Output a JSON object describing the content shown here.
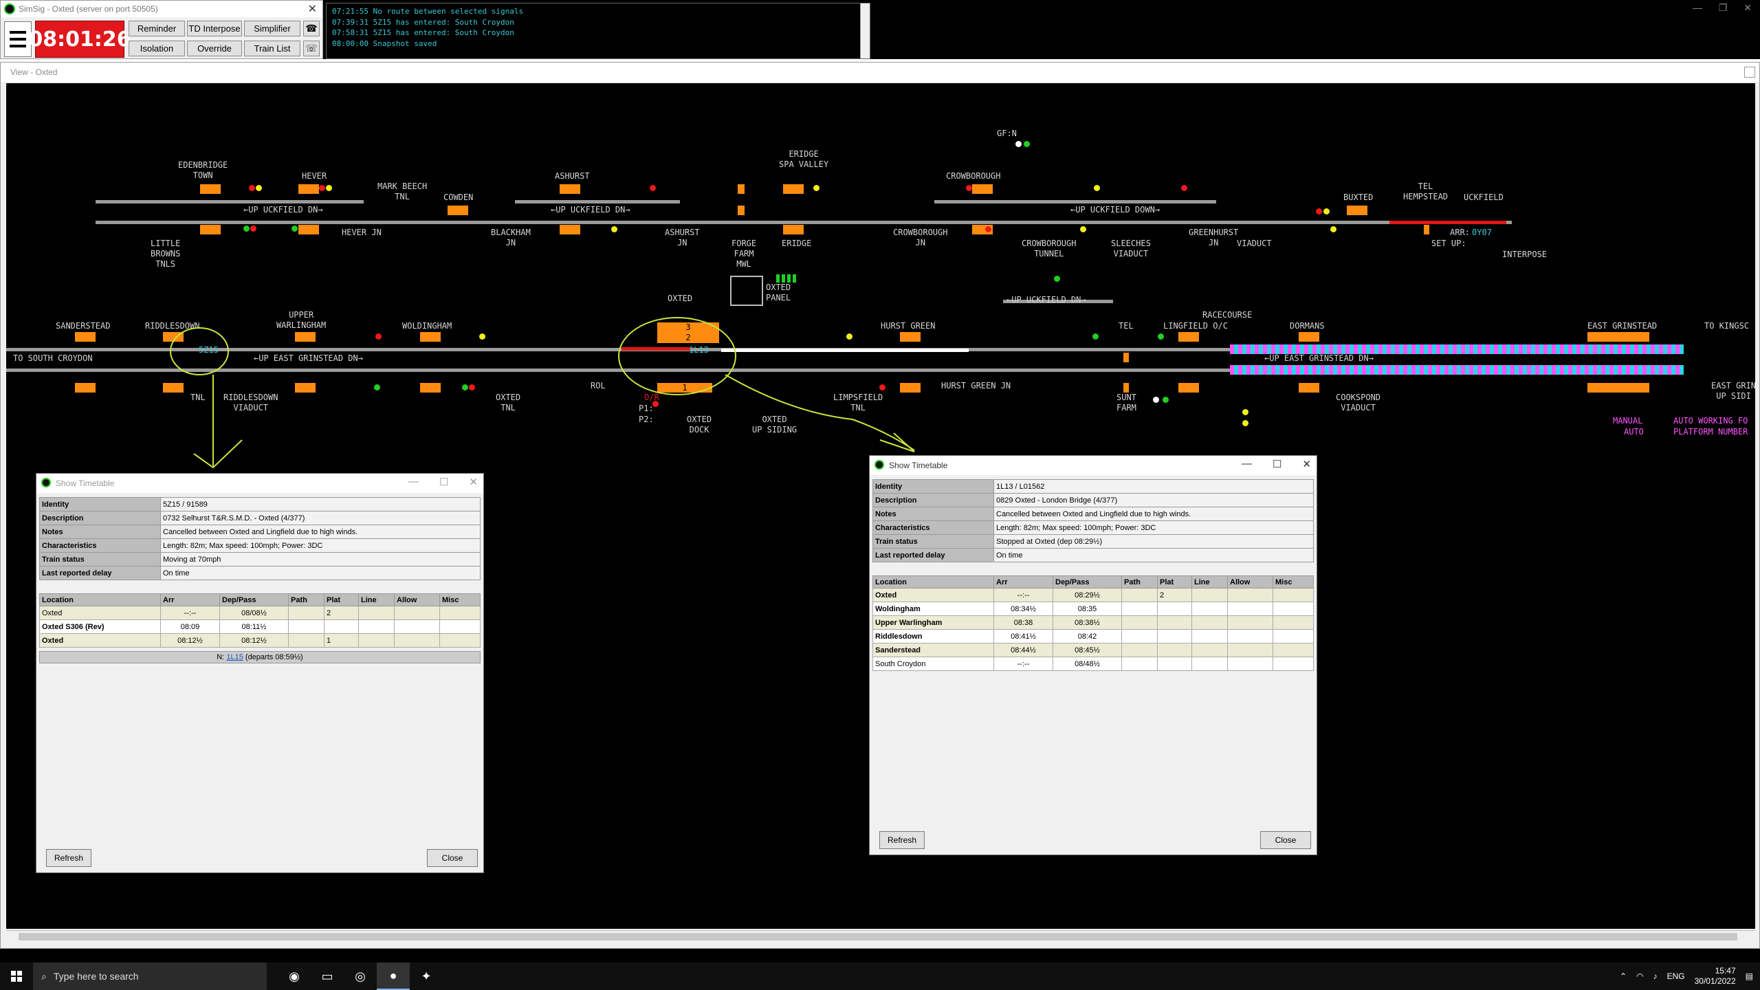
{
  "control": {
    "title": "SimSig - Oxted (server on port 50505)",
    "clock": "08:01:26",
    "buttons": [
      "Reminder",
      "TD Interpose",
      "Simplifier",
      "Isolation",
      "Override",
      "Train List"
    ]
  },
  "messages": [
    "07:21:55 No route between selected signals",
    "07:39:31 5Z15 has entered: South Croydon",
    "07:58:31 5Z15 has entered: South Croydon",
    "08:00:00 Snapshot saved"
  ],
  "view": {
    "title": "View - Oxted",
    "labels": {
      "edenbridge_town": "EDENBRIDGE\nTOWN",
      "hever": "HEVER",
      "mark_beech": "MARK BEECH\nTNL",
      "cowden": "COWDEN",
      "ashurst": "ASHURST",
      "eridge_spa": "ERIDGE\nSPA VALLEY",
      "crowborough": "CROWBOROUGH",
      "gf": "GF:N",
      "buxted": "BUXTED",
      "tel_hempstead": "TEL\nHEMPSTEAD",
      "uckfield": "UCKFIELD",
      "up_uckfield_dn_1": "←UP UCKFIELD DN→",
      "up_uckfield_dn_2": "←UP UCKFIELD DN→",
      "up_uckfield_down": "←UP UCKFIELD DOWN→",
      "little_browns": "LITTLE\nBROWNS\nTNLS",
      "hever_jn": "HEVER JN",
      "blackham_jn": "BLACKHAM\nJN",
      "ashurst_jn": "ASHURST\nJN",
      "forge_farm": "FORGE\nFARM\nMWL",
      "eridge": "ERIDGE",
      "crowborough_jn": "CROWBOROUGH\nJN",
      "crowborough_tunnel": "CROWBOROUGH\nTUNNEL",
      "sleeches": "SLEECHES\nVIADUCT",
      "greenhurst": "GREENHURST\nJN",
      "viaduct": "VIADUCT",
      "arr": "ARR:",
      "arr_val": "0Y07",
      "set_up": "SET UP:",
      "interpose": "INTERPOSE",
      "oxted": "OXTED",
      "oxted_panel": "OXTED\nPANEL",
      "up_uckfield_dn_3": "←UP UCKFIELD DN→",
      "sanderstead": "SANDERSTEAD",
      "riddlesdown": "RIDDLESDOWN",
      "upper_warlingham": "UPPER\nWARLINGHAM",
      "woldingham": "WOLDINGHAM",
      "hurst_green": "HURST GREEN",
      "tel": "TEL",
      "lingfield": "LINGFIELD O/C",
      "racecourse": "RACECOURSE",
      "dormans": "DORMANS",
      "east_grinstead": "EAST GRINSTEAD",
      "to_kingscote": "TO KINGSC",
      "to_south_croydon": "TO SOUTH CROYDON",
      "up_east_grinstead_dn": "←UP EAST GRINSTEAD DN→",
      "up_east_grinstead_dn_2": "←UP EAST GRINSTEAD DN→",
      "tnl": "TNL",
      "riddlesdown_viaduct": "RIDDLESDOWN\nVIADUCT",
      "oxted_tnl": "OXTED\nTNL",
      "rol": "ROL",
      "limpsfield": "LIMPSFIELD\nTNL",
      "hurst_green_jn": "HURST GREEN JN",
      "sunt_farm": "SUNT\nFARM",
      "cooksbridge": "COOKSPOND\nVIADUCT",
      "east_grinstead_up": "EAST GRIN\nUP SIDI",
      "oxted_dock": "OXTED\nDOCK",
      "oxted_up_siding": "OXTED\nUP SIDING",
      "or": "O/R",
      "p1": "P1:",
      "p2": "P2:",
      "manual": "MANUAL",
      "auto": "AUTO",
      "auto_working": "AUTO WORKING FO",
      "platform_number": "PLATFORM NUMBER"
    },
    "berths": {
      "b_5z15": "5Z15",
      "b_1l13": "1L13",
      "plat3": "3",
      "plat2": "2",
      "plat1": "1"
    }
  },
  "timetables": [
    {
      "title": "Show Timetable",
      "info": [
        [
          "Identity",
          "5Z15 / 91589"
        ],
        [
          "Description",
          "0732 Selhurst T&R.S.M.D. - Oxted (4/377)"
        ],
        [
          "Notes",
          "Cancelled between Oxted and Lingfield due to high winds."
        ],
        [
          "Characteristics",
          "Length: 82m; Max speed: 100mph; Power: 3DC"
        ],
        [
          "Train status",
          "Moving at 70mph"
        ],
        [
          "Last reported delay",
          "On time"
        ]
      ],
      "headers": [
        "Location",
        "Arr",
        "Dep/Pass",
        "Path",
        "Plat",
        "Line",
        "Allow",
        "Misc"
      ],
      "rows": [
        [
          "Oxted",
          "--:--",
          "08/08½",
          "",
          "2",
          "",
          "",
          ""
        ],
        [
          "Oxted S306 (Rev)",
          "08:09",
          "08:11½",
          "",
          "",
          "",
          "",
          ""
        ],
        [
          "Oxted",
          "08:12½",
          "08:12½",
          "",
          "1",
          "",
          "",
          ""
        ]
      ],
      "note_prefix": "N: ",
      "note_link": "1L15",
      "note_suffix": " (departs 08:59½)",
      "refresh": "Refresh",
      "close": "Close"
    },
    {
      "title": "Show Timetable",
      "info": [
        [
          "Identity",
          "1L13 / L01562"
        ],
        [
          "Description",
          "0829 Oxted - London Bridge (4/377)"
        ],
        [
          "Notes",
          "Cancelled between Oxted and Lingfield due to high winds."
        ],
        [
          "Characteristics",
          "Length: 82m; Max speed: 100mph; Power: 3DC"
        ],
        [
          "Train status",
          "Stopped at Oxted (dep 08:29½)"
        ],
        [
          "Last reported delay",
          "On time"
        ]
      ],
      "headers": [
        "Location",
        "Arr",
        "Dep/Pass",
        "Path",
        "Plat",
        "Line",
        "Allow",
        "Misc"
      ],
      "rows": [
        [
          "Oxted",
          "--:--",
          "08:29½",
          "",
          "2",
          "",
          "",
          ""
        ],
        [
          "Woldingham",
          "08:34½",
          "08:35",
          "",
          "",
          "",
          "",
          ""
        ],
        [
          "Upper Warlingham",
          "08:38",
          "08:38½",
          "",
          "",
          "",
          "",
          ""
        ],
        [
          "Riddlesdown",
          "08:41½",
          "08:42",
          "",
          "",
          "",
          "",
          ""
        ],
        [
          "Sanderstead",
          "08:44½",
          "08:45½",
          "",
          "",
          "",
          "",
          ""
        ],
        [
          "South Croydon",
          "--:--",
          "08/48½",
          "",
          "",
          "",
          "",
          ""
        ]
      ],
      "refresh": "Refresh",
      "close": "Close"
    }
  ],
  "taskbar": {
    "search_placeholder": "Type here to search",
    "lang": "ENG",
    "time": "15:47",
    "date": "30/01/2022"
  },
  "colors": {
    "platform": "#ff8c10",
    "track": "#9a9a9a",
    "route_red": "#e01818",
    "annotation": "#c8e63c",
    "clock_bg": "#e0181c"
  }
}
